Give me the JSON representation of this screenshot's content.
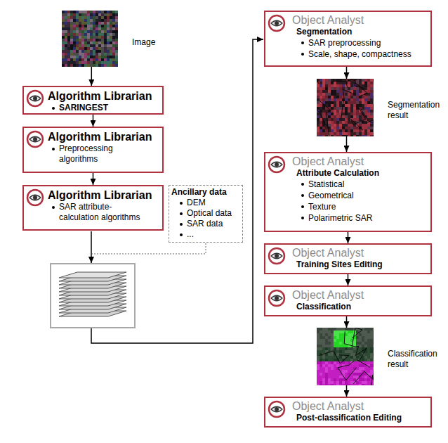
{
  "diagram": {
    "nodes": [
      {
        "text": [
          "Image"
        ]
      },
      {
        "text": [
          "Algorithm Librarian",
          "SARINGEST"
        ]
      },
      {
        "text": [
          "Algorithm Librarian",
          "Preprocessing algorithms"
        ]
      },
      {
        "text": [
          "Algorithm Librarian",
          "SAR attribute-calculation algorithms"
        ]
      },
      {
        "text": [
          "Ancillary data",
          "DEM",
          "Optical data",
          "SAR data",
          "..."
        ]
      },
      {
        "text": [
          "Object Analyst",
          "Segmentation",
          "SAR preprocessing",
          "Scale, shape, compactness"
        ]
      },
      {
        "text": [
          "Segmentation result"
        ]
      },
      {
        "text": [
          "Object Analyst",
          "Attribute Calculation",
          "Statistical",
          "Geometrical",
          "Texture",
          "Polarimetric SAR"
        ]
      },
      {
        "text": [
          "Object Analyst",
          "Training Sites Editing"
        ]
      },
      {
        "text": [
          "Object Analyst",
          "Classification"
        ]
      },
      {
        "text": [
          "Classification result"
        ]
      },
      {
        "text": [
          "Object Analyst",
          "Post-classification Editing"
        ]
      }
    ],
    "edges": [
      {
        "from": 0,
        "to": 1,
        "arrow": "to"
      },
      {
        "from": 1,
        "to": 2,
        "arrow": "to"
      },
      {
        "from": 2,
        "to": 3,
        "arrow": "to"
      },
      {
        "from": 5,
        "to": 6,
        "arrow": "to"
      },
      {
        "from": 6,
        "to": 7,
        "arrow": "to"
      },
      {
        "from": 7,
        "to": 8,
        "arrow": "to"
      },
      {
        "from": 8,
        "to": 9,
        "arrow": "to"
      },
      {
        "from": 9,
        "to": 10,
        "arrow": "to"
      },
      {
        "from": 10,
        "to": 11,
        "arrow": "to"
      }
    ]
  }
}
